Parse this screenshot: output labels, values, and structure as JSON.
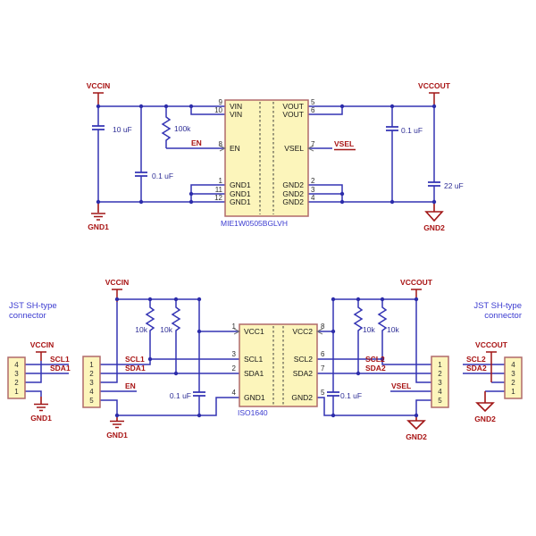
{
  "top": {
    "vccin": "VCCIN",
    "vccout": "VCCOUT",
    "gnd1": "GND1",
    "gnd2": "GND2",
    "c1": "10 uF",
    "c2": "0.1 uF",
    "c3": "0.1 uF",
    "c4": "22 uF",
    "r1": "100k",
    "en": "EN",
    "vsel": "VSEL",
    "ic": {
      "part": "MIE1W0505BGLVH",
      "lpins": [
        {
          "n": "9",
          "t": "VIN"
        },
        {
          "n": "10",
          "t": "VIN"
        },
        {
          "n": "8",
          "t": "EN"
        },
        {
          "n": "1",
          "t": "GND1"
        },
        {
          "n": "11",
          "t": "GND1"
        },
        {
          "n": "12",
          "t": "GND1"
        }
      ],
      "rpins": [
        {
          "n": "5",
          "t": "VOUT"
        },
        {
          "n": "6",
          "t": "VOUT"
        },
        {
          "n": "7",
          "t": "VSEL"
        },
        {
          "n": "2",
          "t": "GND2"
        },
        {
          "n": "3",
          "t": "GND2"
        },
        {
          "n": "4",
          "t": "GND2"
        }
      ]
    }
  },
  "bottom": {
    "jst_left": {
      "l1": "JST SH-type",
      "l2": "connector",
      "p": [
        "4",
        "3",
        "2",
        "1"
      ]
    },
    "jst_right": {
      "l1": "JST SH-type",
      "l2": "connector",
      "p": [
        "4",
        "3",
        "2",
        "1"
      ]
    },
    "hdr_left": {
      "p": [
        "1",
        "2",
        "3",
        "4",
        "5"
      ]
    },
    "hdr_right": {
      "p": [
        "1",
        "2",
        "3",
        "4",
        "5"
      ]
    },
    "vccin_l": "VCCIN",
    "vccin_m": "VCCIN",
    "vccout_m": "VCCOUT",
    "vccout_r": "VCCOUT",
    "gnd1_l": "GND1",
    "gnd1_m": "GND1",
    "gnd2_m": "GND2",
    "gnd2_r": "GND2",
    "scl1_l": "SCL1",
    "sda1_l": "SDA1",
    "scl1_m": "SCL1",
    "sda1_m": "SDA1",
    "scl2_m": "SCL2",
    "sda2_m": "SDA2",
    "scl2_r": "SCL2",
    "sda2_r": "SDA2",
    "en": "EN",
    "vsel": "VSEL",
    "r1": "10k",
    "r2": "10k",
    "r3": "10k",
    "r4": "10k",
    "c1": "0.1 uF",
    "c2": "0.1 uF",
    "iso": {
      "part": "ISO1640",
      "lpins": [
        {
          "n": "1",
          "t": "VCC1"
        },
        {
          "n": "3",
          "t": "SCL1"
        },
        {
          "n": "2",
          "t": "SDA1"
        },
        {
          "n": "4",
          "t": "GND1"
        }
      ],
      "rpins": [
        {
          "n": "8",
          "t": "VCC2"
        },
        {
          "n": "6",
          "t": "SCL2"
        },
        {
          "n": "7",
          "t": "SDA2"
        },
        {
          "n": "5",
          "t": "GND2"
        }
      ]
    }
  },
  "colors": {
    "wire": "#3434b4",
    "net_label": "#a81414",
    "component_body": "#fcf5bb",
    "component_border": "#b06a6a",
    "ref_text": "#3b3bd0",
    "value_text": "#2e2e96"
  }
}
